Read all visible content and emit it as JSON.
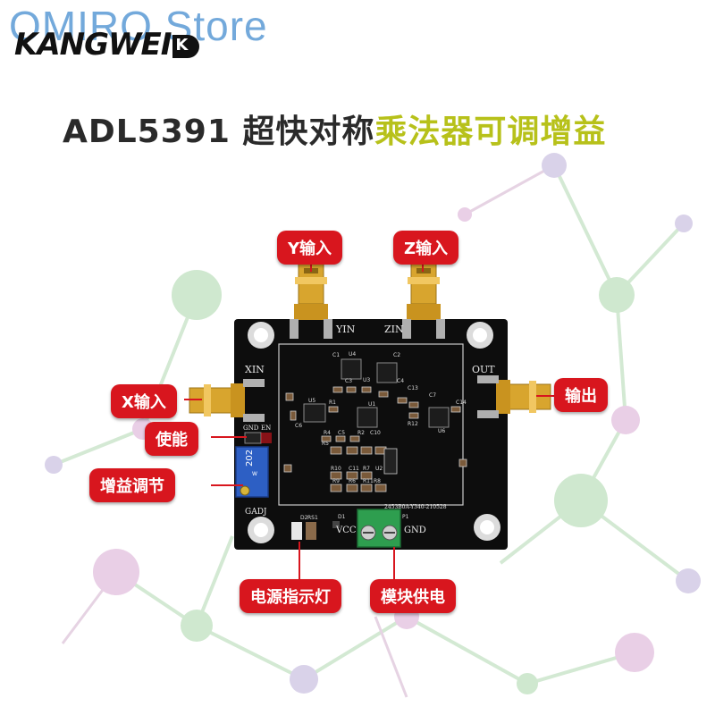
{
  "watermark": "OMIRO Store",
  "brand": {
    "name": "KANGWEI",
    "mark": "K"
  },
  "title": {
    "part_dark": "ADL5391 超快对称",
    "part_accent": "乘法器可调增益"
  },
  "callouts": {
    "y_input": "Y输入",
    "z_input": "Z输入",
    "x_input": "X输入",
    "output": "输出",
    "enable": "使能",
    "gain_adjust": "增益调节",
    "power_led": "电源指示灯",
    "module_power": "模块供电"
  },
  "board": {
    "labels": {
      "yin": "YIN",
      "zin": "ZIN",
      "xin": "XIN",
      "out": "OUT",
      "gnd_en": "GND",
      "en": "EN",
      "gadj": "GADJ",
      "vcc": "VCC",
      "gnd": "GND",
      "pot": "202",
      "serial": "2453B0A-Y340-210528"
    },
    "refs": {
      "u1": "U1",
      "u2": "U2",
      "u3": "U3",
      "u4": "U4",
      "u5": "U5",
      "u6": "U6",
      "c1": "C1",
      "c2": "C2",
      "c3": "C3",
      "c4": "C4",
      "c5": "C5",
      "c6": "C6",
      "c7": "C7",
      "r1": "R1",
      "r2": "R2",
      "r4": "R4",
      "r5": "R5",
      "r6": "R6",
      "r7": "R7",
      "r8": "R8",
      "r9": "R9",
      "r10": "R10",
      "r11": "R11",
      "r12": "R12",
      "c10": "C10",
      "c11": "C11",
      "c13": "C13",
      "c14": "C14",
      "d1": "D1",
      "d2": "D2",
      "rs1": "RS1",
      "p1": "P1",
      "w": "W"
    }
  },
  "colors": {
    "callout_red": "#d8161e",
    "title_dark": "#2a2a2a",
    "title_accent": "#b7c11a",
    "pcb": "#0d0d0d",
    "gold": "#d8a52e",
    "terminal_green": "#2e9e4f",
    "pot_blue": "#2d5fc4"
  }
}
